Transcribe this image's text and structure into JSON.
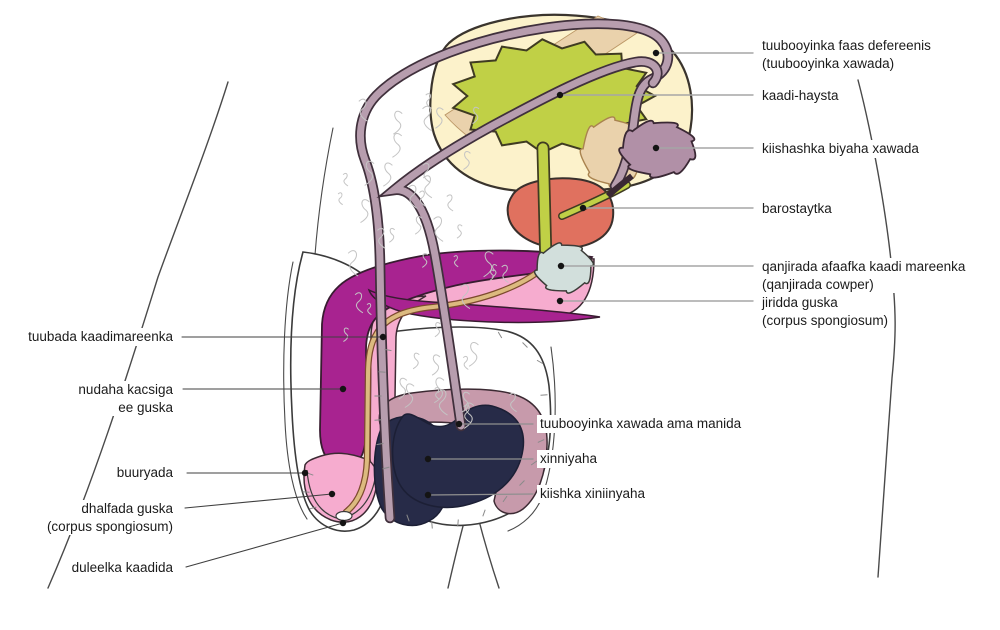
{
  "figure": {
    "type": "anatomical-diagram",
    "subject": "male reproductive system, sagittal section",
    "language": "Somali"
  },
  "palette": {
    "bladder_wall": "#fcf2cb",
    "bladder_interior": "#c0d046",
    "ureter_band": "#ead2ac",
    "vas_deferens": "#b79dae",
    "seminal_vesicle": "#b190a7",
    "prostate": "#e0715f",
    "cowper_gland": "#d2dfdc",
    "corpus_cavernosum": "#a82390",
    "corpus_spongiosum": "#f6accf",
    "epididymis": "#c79aab",
    "testis": "#272b48",
    "urethra": "#dcba7f",
    "outline": "#3b3b3b",
    "leader_right": "#a6a6a6",
    "leader_left": "#3f3f3f",
    "text": "#1b1b1b"
  },
  "labels": {
    "right": [
      {
        "id": "vas-deferens",
        "lines": [
          "tuubooyinka faas defereenis",
          "(tuubooyinka xawada)"
        ]
      },
      {
        "id": "bladder",
        "lines": [
          "kaadi-haysta"
        ]
      },
      {
        "id": "seminal-vesicle",
        "lines": [
          "kiishashka biyaha xawada"
        ]
      },
      {
        "id": "prostate",
        "lines": [
          "barostaytka"
        ]
      },
      {
        "id": "cowper-gland",
        "lines": [
          "qanjirada afaafka kaadi mareenka",
          "(qanjirada cowper)"
        ]
      },
      {
        "id": "corpus-spongiosum-root",
        "lines": [
          "jiridda guska",
          "(corpus spongiosum)"
        ]
      }
    ],
    "middle": [
      {
        "id": "sperm-duct",
        "lines": [
          "tuubooyinka xawada ama manida"
        ]
      },
      {
        "id": "testis",
        "lines": [
          "xinniyaha"
        ]
      },
      {
        "id": "scrotum-sac",
        "lines": [
          "kiishka xiniinyaha"
        ]
      }
    ],
    "left": [
      {
        "id": "urethra",
        "lines": [
          "tuubada kaadimareenka"
        ]
      },
      {
        "id": "erectile-tissue",
        "lines": [
          "nudaha kacsiga",
          "ee guska"
        ]
      },
      {
        "id": "foreskin",
        "lines": [
          "buuryada"
        ]
      },
      {
        "id": "glans",
        "lines": [
          "dhalfada guska",
          "(corpus spongiosum)"
        ]
      },
      {
        "id": "urethral-opening",
        "lines": [
          "duleelka kaadida"
        ]
      }
    ]
  }
}
